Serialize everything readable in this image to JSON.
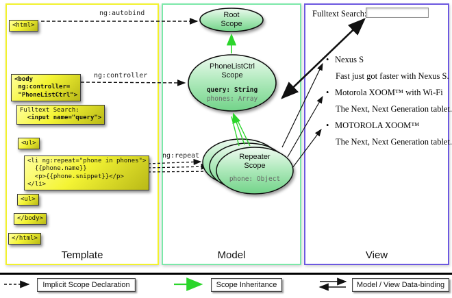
{
  "template_panel": {
    "label": "Template",
    "boxes": {
      "html_open": "<html>",
      "body_open": "<body\n ng:controller=\n \"PhoneListCtrl\">",
      "fulltext_label": "Fulltext Search:",
      "fulltext_input": "  <input name=\"query\">",
      "ul_open": "<ul>",
      "li_repeat": "<li ng:repeat=\"phone in phones\">\n  {{phone.name}}\n  <p>{{phone.snippet}}</p>\n</li>",
      "ul_close": "<ul>",
      "body_close": "</body>",
      "html_close": "</html>"
    },
    "edge_labels": {
      "autobind": "ng:autobind",
      "controller": "ng:controller",
      "repeat": "ng:repeat"
    }
  },
  "model_panel": {
    "label": "Model",
    "root_scope": {
      "title": "Root\nScope"
    },
    "phonelist_scope": {
      "title": "PhoneListCtrl\nScope",
      "prop1": "query: String",
      "prop2": "phones: Array"
    },
    "repeater_scope": {
      "title": "Repeater\nScope",
      "prop1": "phone: Object"
    }
  },
  "view_panel": {
    "label": "View",
    "search_label": "Fulltext Search:",
    "search_value": "",
    "items": [
      {
        "title": "Nexus S",
        "description": "Fast just got faster with Nexus S."
      },
      {
        "title": "Motorola XOOM™ with Wi-Fi",
        "description": "The Next, Next Generation tablet."
      },
      {
        "title": "MOTOROLA XOOM™",
        "description": "The Next, Next Generation tablet."
      }
    ],
    "bullet": "•"
  },
  "legend": {
    "implicit": "Implicit Scope Declaration",
    "inheritance": "Scope Inheritance",
    "binding": "Model / View Data-binding"
  },
  "colors": {
    "template_border": "#f2f22e",
    "model_border": "#7ce8a9",
    "view_border": "#6c58e0",
    "codebox_yellow": "#f4f434",
    "scope_green": "#7fd792",
    "inheritance_arrow_green": "#2bd52b",
    "wire_black": "#111111"
  }
}
